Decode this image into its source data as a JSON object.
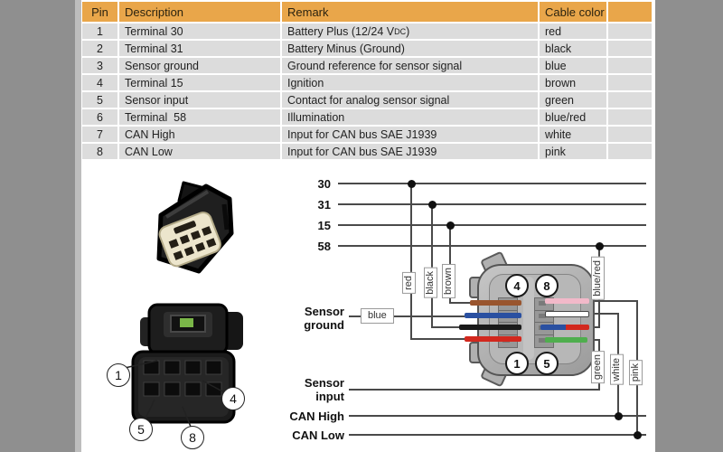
{
  "colors": {
    "header_bg": "#e9a64a",
    "row_bg": "#dcdcdc",
    "sidebar": "#8f8f8f",
    "line": "#4a4a4a",
    "wire_red": "#d2281e",
    "wire_black": "#1a1a1a",
    "wire_blue": "#2a50a1",
    "wire_brown": "#99552e",
    "wire_pink": "#f2b9c9",
    "wire_white": "#ffffff",
    "wire_green": "#4fae4e"
  },
  "table": {
    "headers": [
      "Pin",
      "Description",
      "Remark",
      "Cable color"
    ],
    "rows": [
      {
        "pin": "1",
        "description": "Terminal 30",
        "remark": "Battery Plus (12/24 V",
        "remark_sub": "DC",
        "remark_end": ")",
        "cable_color": "red"
      },
      {
        "pin": "2",
        "description": "Terminal 31",
        "remark": "Battery Minus (Ground)",
        "cable_color": "black"
      },
      {
        "pin": "3",
        "description": "Sensor ground",
        "remark": "Ground reference for sensor signal",
        "cable_color": "blue"
      },
      {
        "pin": "4",
        "description": "Terminal 15",
        "remark": "Ignition",
        "cable_color": "brown"
      },
      {
        "pin": "5",
        "description": "Sensor input",
        "remark": "Contact for analog sensor signal",
        "cable_color": "green"
      },
      {
        "pin": "6",
        "description": "Terminal  58",
        "remark": "Illumination",
        "cable_color": "blue/red"
      },
      {
        "pin": "7",
        "description": "CAN High",
        "remark": "Input for CAN bus SAE J1939",
        "cable_color": "white"
      },
      {
        "pin": "8",
        "description": "CAN Low",
        "remark": "Input for CAN bus SAE J1939",
        "cable_color": "pink"
      }
    ]
  },
  "diagram": {
    "terminals": [
      "30",
      "31",
      "15",
      "58"
    ],
    "signals": {
      "sensor_ground_1": "Sensor",
      "sensor_ground_2": "ground",
      "sensor_input_1": "Sensor",
      "sensor_input_2": "input",
      "can_high": "CAN High",
      "can_low": "CAN Low"
    },
    "wire_labels": {
      "red": "red",
      "black": "black",
      "brown": "brown",
      "blue": "blue",
      "blue_red": "blue/red",
      "green": "green",
      "white": "white",
      "pink": "pink"
    },
    "pin_callouts": {
      "top_left": "4",
      "top_right": "8",
      "bottom_left": "1",
      "bottom_right": "5"
    },
    "photo_callouts": {
      "c1": "1",
      "c4": "4",
      "c5": "5",
      "c8": "8"
    }
  }
}
